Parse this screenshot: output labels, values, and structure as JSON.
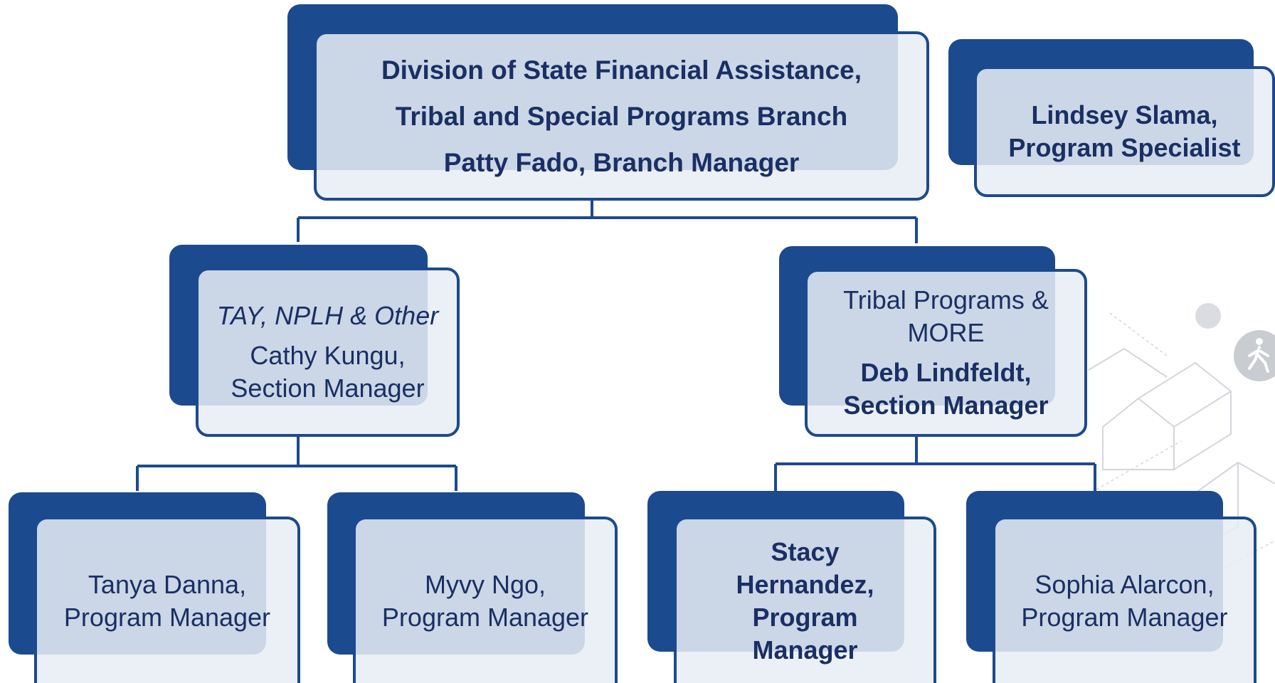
{
  "org_chart": {
    "branch": {
      "line1": "Division of State Financial Assistance,",
      "line2": "Tribal and Special Programs Branch",
      "line3": "Patty Fado, Branch Manager"
    },
    "specialist": {
      "line1": "Lindsey Slama,",
      "line2": "Program Specialist"
    },
    "section_left": {
      "section_name": "TAY, NPLH & Other",
      "name": "Cathy Kungu,",
      "role": "Section Manager"
    },
    "section_right": {
      "section_name_line1": "Tribal Programs &",
      "section_name_line2": "MORE",
      "name": "Deb Lindfeldt,",
      "role": "Section Manager"
    },
    "program_managers": [
      {
        "line1": "Tanya Danna,",
        "line2": "Program Manager"
      },
      {
        "line1": "Myvy Ngo,",
        "line2": "Program Manager"
      },
      {
        "line1": "Stacy",
        "line2": "Hernandez,",
        "line3": "Program",
        "line4": "Manager"
      },
      {
        "line1": "Sophia Alarcon,",
        "line2": "Program Manager"
      }
    ]
  },
  "colors": {
    "box_dark": "#1c4a8e",
    "box_light": "#e8eef6",
    "text": "#1a2f63",
    "connector": "#1c4a8e"
  }
}
